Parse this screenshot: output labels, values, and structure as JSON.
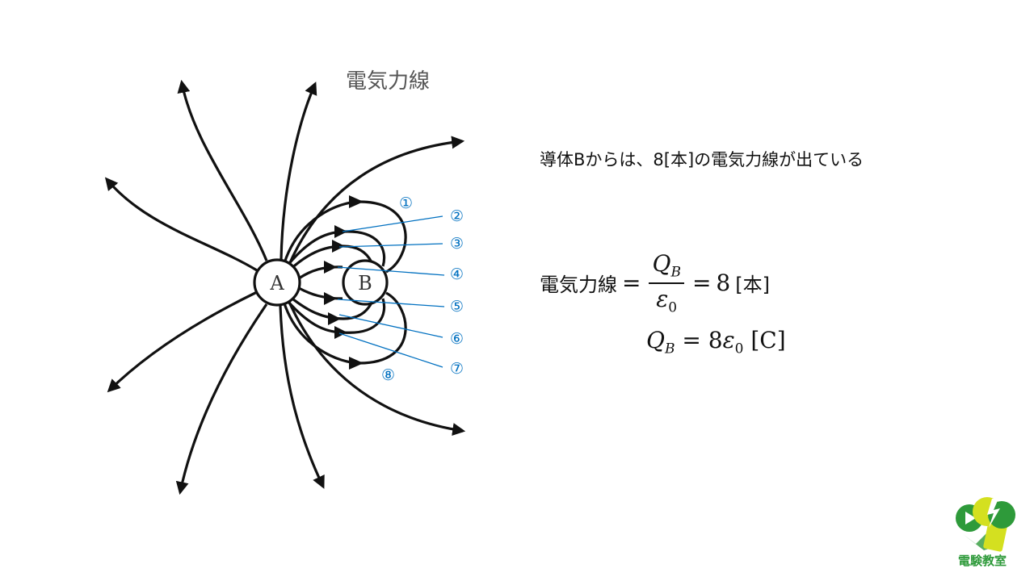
{
  "diagram": {
    "title": "電気力線",
    "charge_a": "A",
    "charge_b": "B",
    "line_labels": [
      "①",
      "②",
      "③",
      "④",
      "⑤",
      "⑥",
      "⑦",
      "⑧"
    ]
  },
  "statement": "導体Bからは、8[本]の電気力線が出ている",
  "formula1": {
    "lhs": "電気力線",
    "eq": "=",
    "num": "Q",
    "num_sub": "B",
    "den": "ε",
    "den_sub": "0",
    "eq2": "=",
    "rhs": "8",
    "unit": "[本]"
  },
  "formula2": {
    "q": "Q",
    "q_sub": "B",
    "eq": "=",
    "coef": "8",
    "eps": "ε",
    "eps_sub": "0",
    "unit": "[C]"
  },
  "logo": {
    "text": "電験教室",
    "colors": {
      "green": "#2e9a3a",
      "yellow": "#d4e020"
    }
  },
  "colors": {
    "label_blue": "#0070c0",
    "line": "#111111"
  }
}
